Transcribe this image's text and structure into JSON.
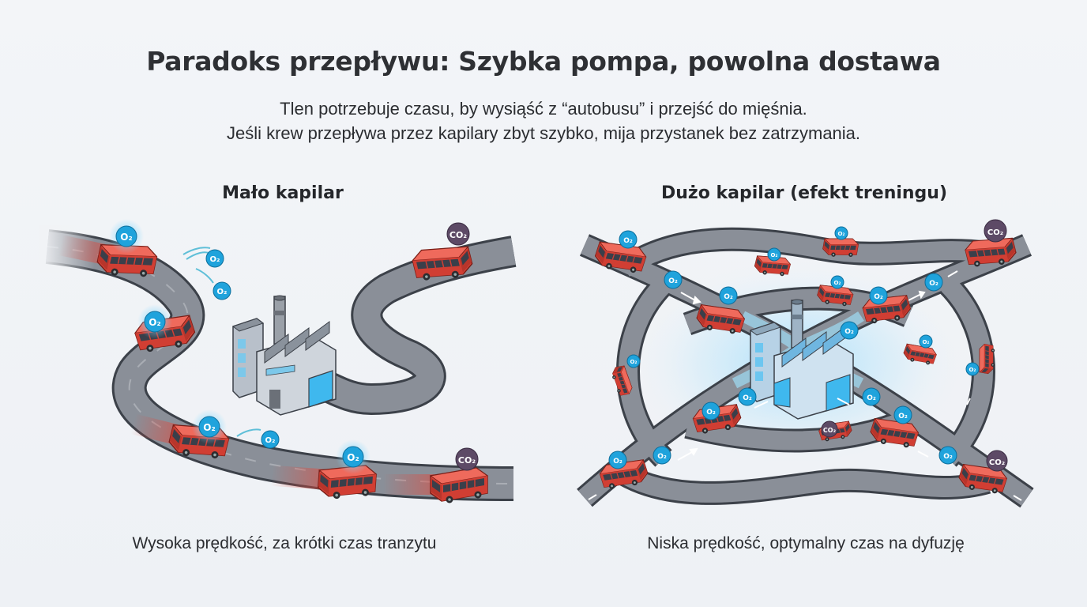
{
  "header": {
    "title": "Paradoks przepływu: Szybka pompa, powolna dostawa",
    "subtitle_line1": "Tlen potrzebuje czasu, by wysiąść z “autobusu” i przejść do mięśnia.",
    "subtitle_line2": "Jeśli krew przepływa przez kapilary zbyt szybko, mija przystanek bez zatrzymania."
  },
  "panels": [
    {
      "title": "Mało kapilar",
      "caption": "Wysoka prędkość, za krótki czas tranzytu",
      "elements": {
        "vehicle": "red-bus",
        "destination": "factory",
        "molecules": [
          "O2",
          "O2",
          "O2",
          "O2",
          "O2",
          "O2",
          "O2",
          "CO2",
          "CO2"
        ]
      }
    },
    {
      "title": "Dużo kapilar (efekt treningu)",
      "caption": "Niska prędkość, optymalny czas na dyfuzję",
      "elements": {
        "vehicle": "red-bus",
        "destination": "factory-glowing",
        "molecules": [
          "O2",
          "O2",
          "O2",
          "O2",
          "O2",
          "O2",
          "O2",
          "O2",
          "O2",
          "O2",
          "O2",
          "O2",
          "O2",
          "O2",
          "CO2",
          "CO2",
          "CO2"
        ]
      }
    }
  ],
  "labels": {
    "o2": "O₂",
    "co2": "CO₂"
  },
  "colors": {
    "bus": "#e0483c",
    "road": "#8a8f98",
    "road_edge": "#3c4149",
    "o2": "#1fa3dc",
    "co2": "#5d4a66",
    "glow": "#5fc8f5"
  }
}
